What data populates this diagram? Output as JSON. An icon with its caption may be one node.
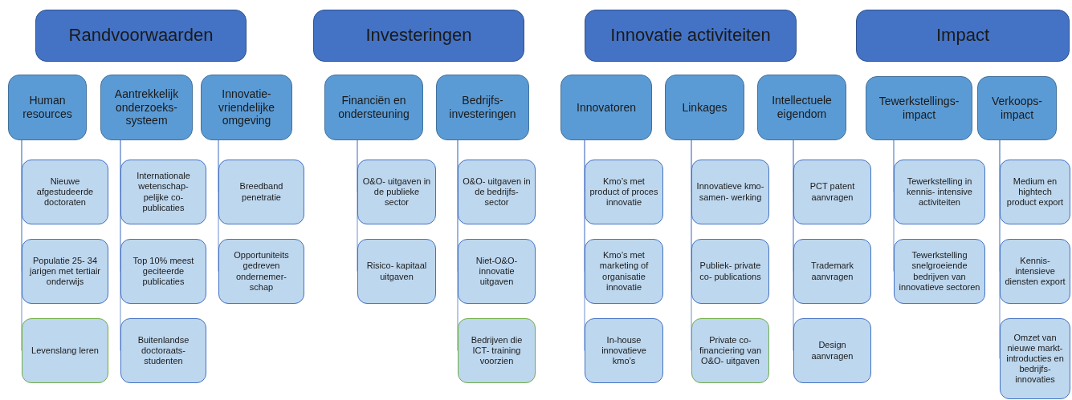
{
  "diagram": {
    "nodes": [
      {
        "text": [
          "Randvoorwaarden"
        ]
      },
      {
        "text": [
          "Investeringen"
        ]
      },
      {
        "text": [
          "Innovatie activiteiten"
        ]
      },
      {
        "text": [
          "Impact"
        ]
      },
      {
        "text": [
          "Human resources"
        ]
      },
      {
        "text": [
          "Aantrekkelijk onderzoeks- systeem"
        ]
      },
      {
        "text": [
          "Innovatie- vriendelijke omgeving"
        ]
      },
      {
        "text": [
          "Financiën en ondersteuning"
        ]
      },
      {
        "text": [
          "Bedrijfs- investeringen"
        ]
      },
      {
        "text": [
          "Innovatoren"
        ]
      },
      {
        "text": [
          "Linkages"
        ]
      },
      {
        "text": [
          "Intellectuele eigendom"
        ]
      },
      {
        "text": [
          "Tewerkstellings- impact"
        ]
      },
      {
        "text": [
          "Verkoops- impact"
        ]
      },
      {
        "text": [
          "Nieuwe afgestudeerde doctoraten"
        ]
      },
      {
        "text": [
          "Populatie 25- 34 jarigen met tertiair onderwijs"
        ]
      },
      {
        "text": [
          "Levenslang leren"
        ]
      },
      {
        "text": [
          "Internationale wetenschap- pelijke co-publicaties"
        ]
      },
      {
        "text": [
          "Top 10% meest geciteerde publicaties"
        ]
      },
      {
        "text": [
          "Buitenlandse doctoraats- studenten"
        ]
      },
      {
        "text": [
          "Breedband penetratie"
        ]
      },
      {
        "text": [
          "Opportuniteits gedreven ondernemer- schap"
        ]
      },
      {
        "text": [
          "O&O- uitgaven in de publieke sector"
        ]
      },
      {
        "text": [
          "Risico- kapitaal uitgaven"
        ]
      },
      {
        "text": [
          "O&O- uitgaven in de bedrijfs- sector"
        ]
      },
      {
        "text": [
          "Niet-O&O- innovatie uitgaven"
        ]
      },
      {
        "text": [
          "Bedrijven die ICT- training voorzien"
        ]
      },
      {
        "text": [
          "Kmo’s met product of proces innovatie"
        ]
      },
      {
        "text": [
          "Kmo’s met marketing of organisatie innovatie"
        ]
      },
      {
        "text": [
          "In-house innovatieve kmo’s"
        ]
      },
      {
        "text": [
          "Innovatieve kmo-samen- werking"
        ]
      },
      {
        "text": [
          "Publiek- private co- publications"
        ]
      },
      {
        "text": [
          "Private co- financiering van O&O- uitgaven"
        ]
      },
      {
        "text": [
          "PCT patent aanvragen"
        ]
      },
      {
        "text": [
          "Trademark aanvragen"
        ]
      },
      {
        "text": [
          "Design aanvragen"
        ]
      },
      {
        "text": [
          "Tewerkstelling in kennis- intensive activiteiten"
        ]
      },
      {
        "text": [
          "Tewerkstelling snelgroeiende bedrijven van innovatieve sectoren"
        ]
      },
      {
        "text": [
          "Medium en hightech product export"
        ]
      },
      {
        "text": [
          "Kennis- intensieve diensten export"
        ]
      },
      {
        "text": [
          "Omzet van nieuwe markt- introducties en bedrijfs- innovaties"
        ]
      }
    ],
    "edges": [
      {
        "from": 4,
        "to": 14,
        "arrow": "none"
      },
      {
        "from": 4,
        "to": 15,
        "arrow": "none"
      },
      {
        "from": 4,
        "to": 16,
        "arrow": "none"
      },
      {
        "from": 5,
        "to": 17,
        "arrow": "none"
      },
      {
        "from": 5,
        "to": 18,
        "arrow": "none"
      },
      {
        "from": 5,
        "to": 19,
        "arrow": "none"
      },
      {
        "from": 6,
        "to": 20,
        "arrow": "none"
      },
      {
        "from": 6,
        "to": 21,
        "arrow": "none"
      },
      {
        "from": 7,
        "to": 22,
        "arrow": "none"
      },
      {
        "from": 7,
        "to": 23,
        "arrow": "none"
      },
      {
        "from": 8,
        "to": 24,
        "arrow": "none"
      },
      {
        "from": 8,
        "to": 25,
        "arrow": "none"
      },
      {
        "from": 8,
        "to": 26,
        "arrow": "none"
      },
      {
        "from": 9,
        "to": 27,
        "arrow": "none"
      },
      {
        "from": 9,
        "to": 28,
        "arrow": "none"
      },
      {
        "from": 9,
        "to": 29,
        "arrow": "none"
      },
      {
        "from": 10,
        "to": 30,
        "arrow": "none"
      },
      {
        "from": 10,
        "to": 31,
        "arrow": "none"
      },
      {
        "from": 10,
        "to": 32,
        "arrow": "none"
      },
      {
        "from": 11,
        "to": 33,
        "arrow": "none"
      },
      {
        "from": 11,
        "to": 34,
        "arrow": "none"
      },
      {
        "from": 11,
        "to": 35,
        "arrow": "none"
      },
      {
        "from": 12,
        "to": 36,
        "arrow": "none"
      },
      {
        "from": 12,
        "to": 37,
        "arrow": "none"
      },
      {
        "from": 13,
        "to": 38,
        "arrow": "none"
      },
      {
        "from": 13,
        "to": 39,
        "arrow": "none"
      },
      {
        "from": 13,
        "to": 40,
        "arrow": "none"
      }
    ]
  }
}
